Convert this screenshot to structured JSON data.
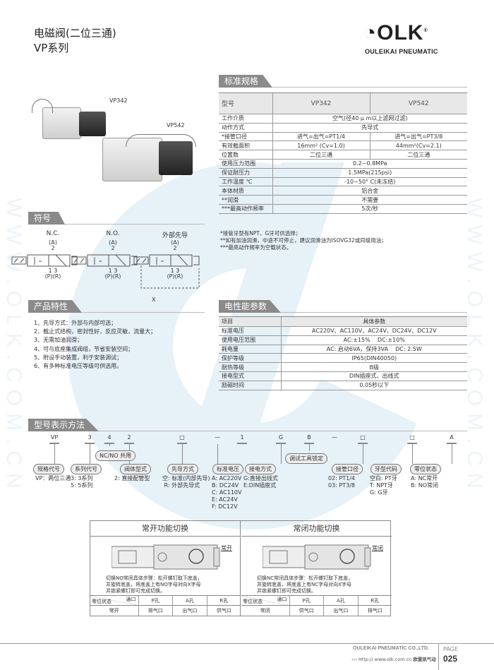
{
  "header": {
    "title": "电磁阀(二位三通)",
    "series": "VP系列",
    "logo": "OLK",
    "logo_sub": "OULEIKAI PNEUMATIC"
  },
  "products": {
    "images": [
      "VP342",
      "VP542"
    ]
  },
  "spec": {
    "section": "标准规格",
    "headers": [
      "型号",
      "VP342",
      "VP542"
    ],
    "rows": [
      {
        "k": "工作介质",
        "v": "空气(径40 μ m以上滤网过滤)"
      },
      {
        "k": "动作方式",
        "v": "先导式"
      },
      {
        "k": "*接管口径",
        "a": "进气=出气=PT1/4",
        "b": "进气=出气=PT3/8"
      },
      {
        "k": "有效截面积",
        "a": "16mm² (Cv=1.0)",
        "b": "44mm²(Cv=2.1)"
      },
      {
        "k": "位置数",
        "a": "二位三通",
        "b": "二位三通"
      },
      {
        "k": "使用压力范围",
        "v": "0.2~0.8MPa"
      },
      {
        "k": "保证耐压力",
        "v": "1.5MPa(215psi)"
      },
      {
        "k": "工作温度 ℃",
        "v": "-10~50° C(未冻结)"
      },
      {
        "k": "本体材质",
        "v": "铝合金"
      },
      {
        "k": "**润滑",
        "v": "不需要"
      },
      {
        "k": "***最高动作频率",
        "v": "5次/秒"
      }
    ],
    "notes": [
      "*接管牙型有NPT、G牙可供选择；",
      "**如有加油润滑，中途不可停止，建议润滑油为ISOVG32或同级用油；",
      "***最高动作频率为空载状态。"
    ]
  },
  "symbols": {
    "section": "符号",
    "labels": [
      "N.C.",
      "N.O.",
      "外部先导"
    ],
    "port_top": "(A)",
    "port_top_num": "2",
    "port_bottom_num": "1 3",
    "port_bottom": "(P)(R)",
    "x_label": "X"
  },
  "features": {
    "section": "产品特性",
    "items": [
      "1、先导方式：外部与内部可选；",
      "2、截止式结构，密封性好，反应灵敏，流量大；",
      "3、无需加油润滑；",
      "4、可与底座集成阀组，节省安装空间；",
      "5、附设手动装置，利于安装调试；",
      "6、有多种标准电压等级可供选用。"
    ]
  },
  "electrical": {
    "section": "电性能参数",
    "headers": [
      "项目",
      "具体参数"
    ],
    "rows": [
      [
        "标准电压",
        "AC220V、AC110V、AC24V、DC24V、DC12V"
      ],
      [
        "使用电压范围",
        "AC:±15%    DC:±10%"
      ],
      [
        "耗电量",
        "AC: 启动6VA，保持3VA    DC: 2.5W"
      ],
      [
        "保护等级",
        "IP65(DIN40050)"
      ],
      [
        "耐热等级",
        "B级"
      ],
      [
        "接电型式",
        "DIN插座式、出线式"
      ],
      [
        "励磁时间",
        "0.05秒以下"
      ]
    ]
  },
  "ordering": {
    "section": "型号表示方法",
    "codes": [
      "VP",
      "3",
      "4",
      "2",
      "□",
      "—",
      "1",
      "G",
      "B",
      "—",
      "□",
      "□",
      "A"
    ],
    "upper_pills": [
      "NC/NO 共用",
      "调试工具锁定"
    ],
    "groups": [
      {
        "label": "规格代号",
        "desc": "VP：两位三通"
      },
      {
        "label": "系列代号",
        "desc": "3: 3系列\n5: 5系列"
      },
      {
        "label": "阀体型式",
        "desc": "2: 直接配管型"
      },
      {
        "label": "先导方式",
        "desc": "空: 标准(内部先导)\n R: 外部先导式"
      },
      {
        "label": "标准电压",
        "desc": "A: AC220V\nB: DC24V\nC: AC110V\nE: AC24V\nF: DC12V"
      },
      {
        "label": "接电方式",
        "desc": "G:直接出线式\nE:DIN插座式"
      },
      {
        "label": "接管口径",
        "desc": "02: PT1/4\n03: PT3/8"
      },
      {
        "label": "牙型代码",
        "desc": "空白: PT牙\nT: NPT牙\nG: G牙"
      },
      {
        "label": "零位状态",
        "desc": "A: NC常开\nB: NO常闭"
      }
    ]
  },
  "switching": [
    {
      "title": "常开功能切换",
      "callout": "常开",
      "text": "切换NO常闭具体步骤：松开螺钉取下底盖，\n并旋转底盖，将底盖上有NO字母对向X字母\n并锁紧螺钉即可完成切换。",
      "corner_top": "通口",
      "corner_bottom": "零位状态",
      "cols": [
        "P孔",
        "A孔",
        "R孔"
      ],
      "row": [
        "常开",
        "排气口",
        "出气口",
        "供气口"
      ]
    },
    {
      "title": "常闭功能切换",
      "callout": "常闭",
      "text": "切换NC常闭具体步骤：松开螺钉取下底盖，\n并旋转底盖，将底盖上有NC字母对向X字母\n并锁紧螺钉即可完成切换。",
      "corner_top": "通口",
      "corner_bottom": "零位状态",
      "cols": [
        "P孔",
        "A孔",
        "R孔"
      ],
      "row": [
        "常闭",
        "供气口",
        "出气口",
        "排气口"
      ]
    }
  ],
  "footer": {
    "company": "OULEIKAI PNEUMATIC CO.,LTD.",
    "url": "Http:// www.olk.com.cn",
    "brand": "欧雷凯气动",
    "page_label": "PAGE",
    "page": "025"
  }
}
